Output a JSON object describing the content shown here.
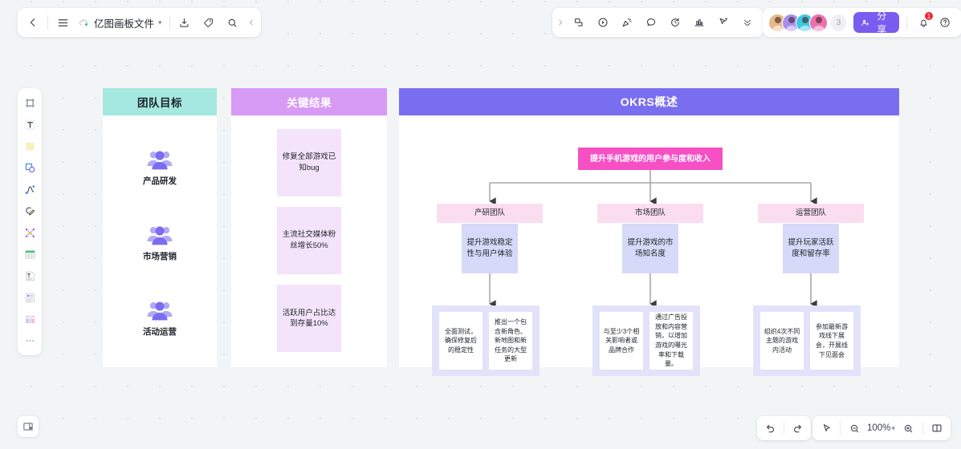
{
  "app": {
    "file_name": "亿图画板文件",
    "zoom_level": "100%",
    "notification_count": "1",
    "collab_extra_count": "3",
    "share_label": "分享",
    "accent_purple": "#7a5cf0",
    "canvas_bg": "#f3f4f6"
  },
  "toolbar_left": {
    "back_icon": "back-arrow-icon",
    "menu_icon": "hamburger-menu-icon",
    "cloud_icon": "cloud-synced-icon",
    "caret_icon": "chevron-down-icon",
    "save_icon": "download-save-icon",
    "tag_icon": "tag-icon",
    "search_icon": "search-icon",
    "collapse_icon": "chevron-left-icon"
  },
  "toolbar_center": {
    "expand_icon": "chevron-right-icon",
    "items": [
      {
        "icon": "lock-shape-icon",
        "name": "lock-tool"
      },
      {
        "icon": "play-circle-icon",
        "name": "present-tool"
      },
      {
        "icon": "confetti-icon",
        "name": "celebrate-tool"
      },
      {
        "icon": "comment-bubble-icon",
        "name": "comment-tool"
      },
      {
        "icon": "timer-icon",
        "name": "timer-tool"
      },
      {
        "icon": "vote-chart-icon",
        "name": "vote-tool"
      },
      {
        "icon": "cursor-follow-icon",
        "name": "follow-tool"
      },
      {
        "icon": "chevrons-down-icon",
        "name": "more-tools"
      }
    ]
  },
  "toolbar_right": {
    "avatar_colors": [
      "#e8b88a",
      "#a98ef0",
      "#3fc8e4",
      "#ef6fb0"
    ],
    "share_icon": "share-person-icon",
    "bell_icon": "bell-notification-icon",
    "help_icon": "help-question-icon"
  },
  "tool_rail": {
    "items": [
      {
        "name": "frame-tool",
        "icon": "frame-icon"
      },
      {
        "name": "text-tool",
        "icon": "text-T-icon"
      },
      {
        "name": "sticky-note-tool",
        "icon": "sticky-note-icon"
      },
      {
        "name": "shape-tool",
        "icon": "shapes-icon"
      },
      {
        "name": "line-tool",
        "icon": "curve-line-icon"
      },
      {
        "name": "pen-tool",
        "icon": "pen-scribble-icon"
      },
      {
        "name": "connector-tool",
        "icon": "connector-icon"
      },
      {
        "name": "table-tool",
        "icon": "table-grid-icon"
      },
      {
        "name": "doc-tool",
        "icon": "text-document-icon"
      },
      {
        "name": "list-tool",
        "icon": "list-card-icon"
      },
      {
        "name": "columns-tool",
        "icon": "kanban-columns-icon"
      },
      {
        "name": "more-tool",
        "icon": "ellipsis-icon"
      }
    ],
    "panel_toggle_icon": "panel-layout-icon"
  },
  "zoom_bar": {
    "undo_icon": "undo-arrow-icon",
    "redo_icon": "redo-arrow-icon",
    "pointer_icon": "cursor-pointer-icon",
    "zoom_out_icon": "zoom-out-minus-icon",
    "zoom_in_icon": "zoom-in-plus-icon",
    "caret_icon": "chevron-down-icon",
    "pages_icon": "pages-book-icon"
  },
  "boards": {
    "goals": {
      "title": "团队目标",
      "header_color": "#a5e8e0",
      "items": [
        {
          "label": "产品研发",
          "icon": "team-group-icon"
        },
        {
          "label": "市场营销",
          "icon": "team-group-icon"
        },
        {
          "label": "活动运营",
          "icon": "team-group-icon"
        }
      ]
    },
    "key_results": {
      "title": "关键结果",
      "header_color": "#d79af5",
      "cards": [
        "修复全部游戏已知bug",
        "主流社交媒体粉丝增长50%",
        "活跃用户占比达到存量10%"
      ]
    },
    "okrs": {
      "title": "OKRS概述",
      "header_color": "#7a6ef0",
      "root": "提升手机游戏的用户参与度和收入",
      "branches": [
        {
          "team": "产研团队",
          "objective": "提升游戏稳定性与用户体验",
          "leaves": [
            "全面测试，确保修复后的稳定性",
            "推出一个包含新角色、新地图和新任务的大型更新"
          ]
        },
        {
          "team": "市场团队",
          "objective": "提升游戏的市场知名度",
          "leaves": [
            "与至少3个相关影响者或品牌合作",
            "通过广告投放和内容营销，以增加游戏的曝光率和下载量。"
          ]
        },
        {
          "team": "运营团队",
          "objective": "提升玩家活跃度和留存率",
          "leaves": [
            "组织4次不同主题的游戏内活动",
            "参加最新游戏线下展会，开展线下见面会"
          ]
        }
      ]
    }
  }
}
